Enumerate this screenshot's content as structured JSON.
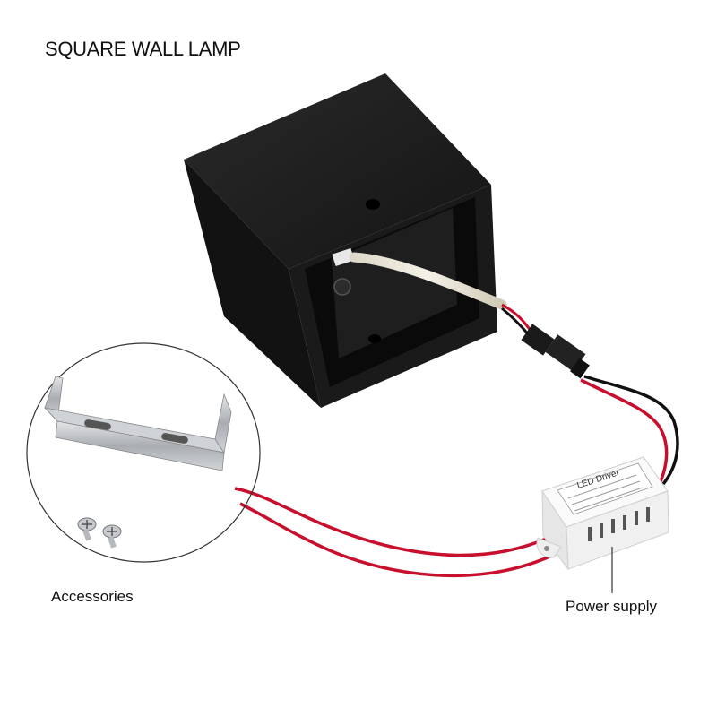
{
  "header": {
    "title": "SQUARE WALL LAMP"
  },
  "labels": {
    "accessories": "Accessories",
    "power_supply": "Power supply"
  },
  "driver": {
    "brand_text": "LED Driver"
  },
  "colors": {
    "lamp_body": "#1c1c1c",
    "wire_red": "#c8102e",
    "wire_black": "#111111",
    "driver_case": "#f2f2f2",
    "bracket_metal": "#b9bdc2"
  }
}
